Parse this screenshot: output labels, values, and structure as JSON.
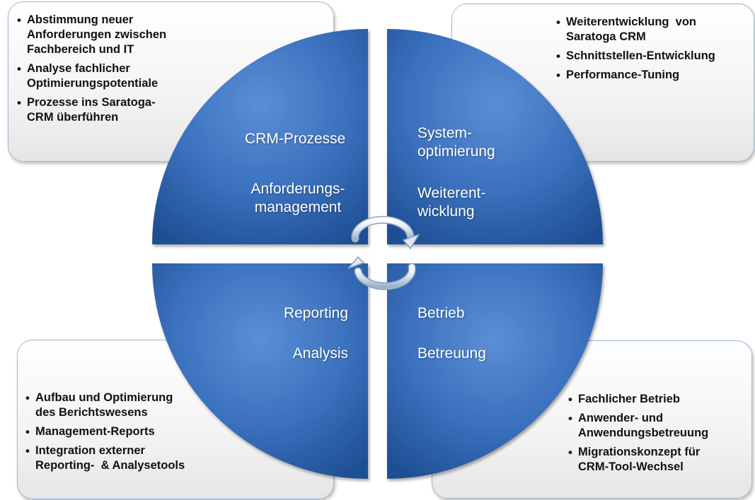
{
  "quadrants": {
    "top_left": {
      "label1": "CRM-Prozesse",
      "label2_line1": "Anforderungs-",
      "label2_line2": "management"
    },
    "top_right": {
      "label1_line1": "System-",
      "label1_line2": "optimierung",
      "label2_line1": "Weiterent-",
      "label2_line2": "wicklung"
    },
    "bottom_left": {
      "label1": "Reporting",
      "label2": "Analysis"
    },
    "bottom_right": {
      "label1": "Betrieb",
      "label2": "Betreuung"
    }
  },
  "boxes": {
    "top_left": {
      "items": [
        [
          "Abstimmung neuer",
          "Anforderungen zwischen",
          "Fachbereich und IT"
        ],
        [
          "Analyse fachlicher",
          "Optimierungspotentiale"
        ],
        [
          "Prozesse ins Saratoga-",
          "CRM überführen"
        ]
      ]
    },
    "top_right": {
      "items": [
        [
          "Weiterentwicklung  von",
          "Saratoga CRM"
        ],
        [
          "Schnittstellen-Entwicklung"
        ],
        [
          "Performance-Tuning"
        ]
      ]
    },
    "bottom_left": {
      "items": [
        [
          "Aufbau und Optimierung",
          "des Berichtswesens"
        ],
        [
          "Management-Reports"
        ],
        [
          "Integration externer",
          "Reporting-  & Analysetools"
        ]
      ]
    },
    "bottom_right": {
      "items": [
        [
          "Fachlicher Betrieb"
        ],
        [
          "Anwender- und",
          "Anwendungsbetreuung"
        ],
        [
          "Migrationskonzept für",
          "CRM-Tool-Wechsel"
        ]
      ]
    }
  },
  "colors": {
    "quadrant_light": "#5b8fd6",
    "quadrant_dark": "#1f4f94",
    "box_border": "#9bbbd9",
    "text": "#111111"
  },
  "icons": {
    "center": "cycle-arrows-icon"
  }
}
